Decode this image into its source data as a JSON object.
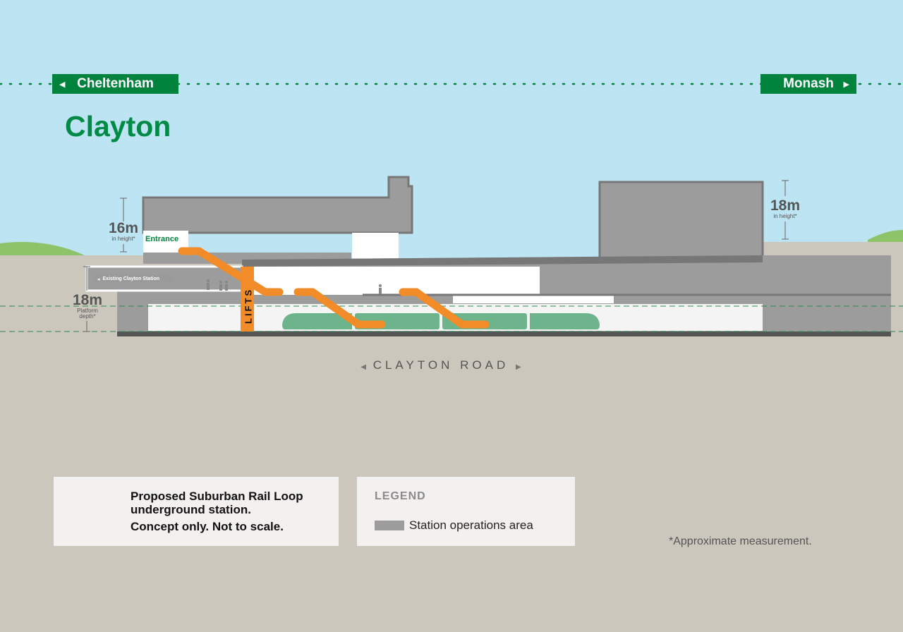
{
  "route": {
    "west_label": "Cheltenham",
    "east_label": "Monash"
  },
  "station": {
    "title": "Clayton",
    "entrance_label": "Entrance",
    "existing_station_label": "Existing Clayton Station",
    "lifts_label": "LIFTS",
    "road_label": "CLAYTON ROAD"
  },
  "measurements": {
    "left_height_value": "16m",
    "left_height_note": "in height*",
    "right_height_value": "18m",
    "right_height_note": "in height*",
    "platform_depth_value": "18m",
    "platform_depth_note": "Platform depth*"
  },
  "info": {
    "line1": "Proposed Suburban Rail Loop underground station.",
    "line2": "Concept only. Not to scale."
  },
  "legend": {
    "title": "LEGEND",
    "item": "Station operations area"
  },
  "footnote": "*Approximate measurement.",
  "colors": {
    "brand_green": "#00843d",
    "sky": "#bde4f2",
    "ground": "#cbc7bc",
    "building_grey": "#9c9c9c",
    "escalator_orange": "#f28c28",
    "train_green": "#6db38b",
    "grass": "#8ec36a"
  },
  "icons": {
    "logo": "suburban-rail-loop-logo",
    "west_arrow": "triangle-left",
    "east_arrow": "triangle-right"
  }
}
